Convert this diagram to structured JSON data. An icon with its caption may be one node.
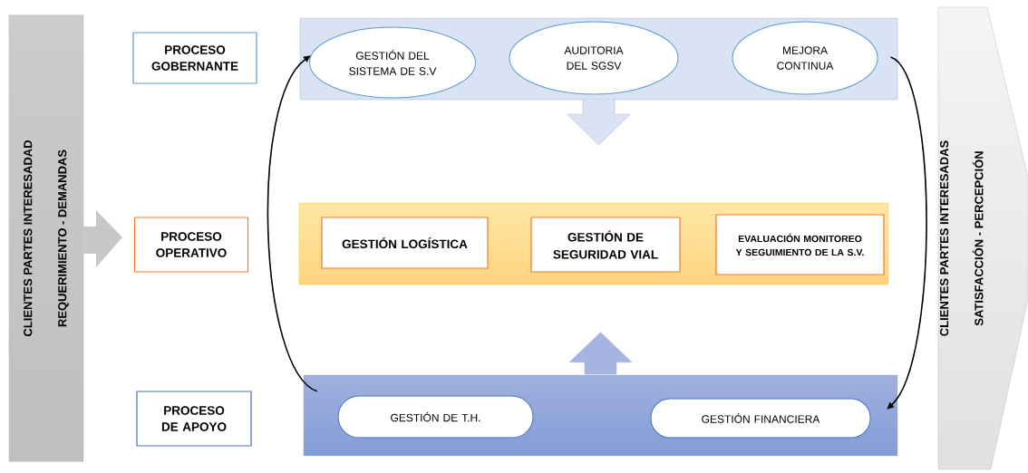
{
  "diagram": {
    "nodes": [
      {
        "text": [
          "CLIENTES PARTES INTERESADAD",
          "REQUERIMIENTO - DEMANDAS"
        ]
      },
      {
        "text": [
          "PROCESO GOBERNANTE"
        ]
      },
      {
        "text": [
          "PROCESO OPERATIVO"
        ]
      },
      {
        "text": [
          "PROCESO DE APOYO"
        ]
      },
      {
        "text": [],
        "shape": "box"
      },
      {
        "text": [
          "GESTIÓN DEL SISTEMA DE S.V"
        ],
        "in": 4
      },
      {
        "text": [
          "AUDITORIA DEL SGSV"
        ],
        "in": 4
      },
      {
        "text": [
          "MEJORA CONTINUA"
        ],
        "in": 4
      },
      {
        "text": [],
        "shape": "box"
      },
      {
        "text": [
          "GESTIÓN LOGÍSTICA"
        ],
        "in": 8
      },
      {
        "text": [
          "GESTIÓN DE SEGURIDAD VIAL"
        ],
        "in": 8
      },
      {
        "text": [
          "EVALUACIÓN MONITOREO Y SEGUIMIENTO DE LA S.V."
        ],
        "in": 8
      },
      {
        "text": [],
        "shape": "box"
      },
      {
        "text": [
          "GESTIÓN DE T.H."
        ],
        "in": 12
      },
      {
        "text": [
          "GESTIÓN FINANCIERA"
        ],
        "in": 12
      },
      {
        "text": [
          "CLIENTES PARTES INTERESADAS",
          "SATISFACCIÓN - PERCEPCIÓN"
        ]
      }
    ],
    "edges": [
      {
        "from": 4,
        "to": null,
        "arrow": "to"
      },
      {
        "from": 12,
        "to": null,
        "arrow": "to"
      },
      {
        "from": 12,
        "to": 5,
        "arrow": "to"
      },
      {
        "from": 7,
        "to": 12,
        "arrow": "to"
      }
    ]
  }
}
